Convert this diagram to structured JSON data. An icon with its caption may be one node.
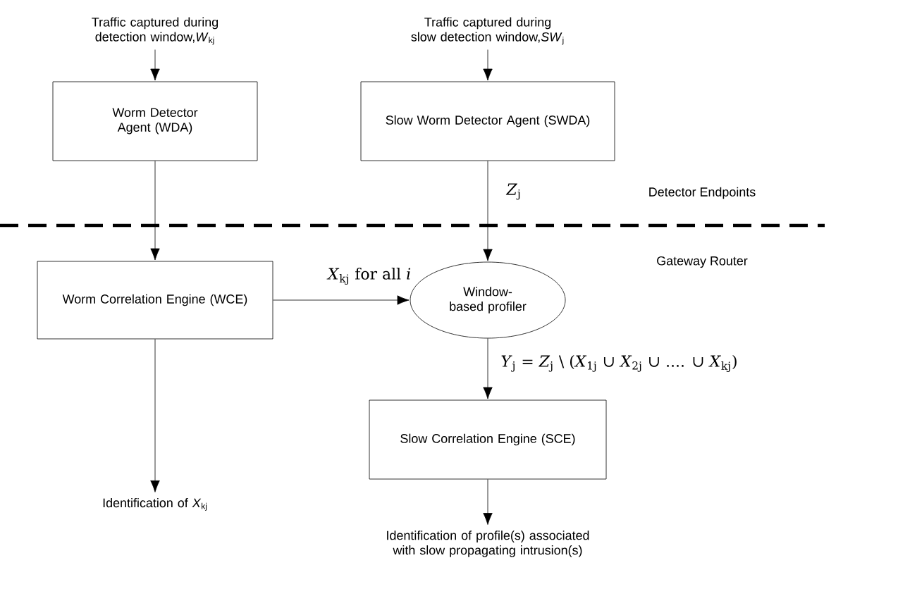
{
  "diagram": {
    "nodes": [
      {
        "text": [
          "Traffic captured during detection window,*W*$_{kj}$"
        ]
      },
      {
        "text": [
          "Worm Detector Agent (WDA)"
        ]
      },
      {
        "text": [
          "Traffic captured during slow detection window,*SW*$_{j}$"
        ]
      },
      {
        "text": [
          "Slow Worm Detector Agent (SWDA)"
        ]
      },
      {
        "text": [
          "Worm Correlation Engine (WCE)"
        ]
      },
      {
        "text": [
          "Window-based profiler"
        ]
      },
      {
        "text": [
          "Slow Correlation Engine (SCE)"
        ]
      },
      {
        "text": [
          "Identification of *X*$_{kj}$"
        ]
      },
      {
        "text": [
          "Identification of profile(s) associated with slow propagating intrusion(s)"
        ]
      }
    ],
    "edges": [
      {
        "from": 0,
        "to": 1,
        "arrow": "to"
      },
      {
        "from": 2,
        "to": 3,
        "arrow": "to"
      },
      {
        "from": 1,
        "to": 4,
        "arrow": "to"
      },
      {
        "from": 3,
        "to": 5,
        "arrow": "to",
        "label": "*Z*$_{j}$"
      },
      {
        "from": 4,
        "to": 5,
        "arrow": "to",
        "label": "*X*$_{kj}$ for all *i*"
      },
      {
        "from": 5,
        "to": 6,
        "arrow": "to",
        "label": "*Y*$_{j}$ = *Z*$_{j}$ \\ (*X*$_{1j}$ ∪ *X*$_{2j}$ ∪ .... ∪ *X*$_{kj}$)"
      },
      {
        "from": 4,
        "to": 7,
        "arrow": "to"
      },
      {
        "from": 6,
        "to": 8,
        "arrow": "to"
      }
    ],
    "labels": [
      "Detector Endpoints",
      "Gateway Router"
    ]
  }
}
